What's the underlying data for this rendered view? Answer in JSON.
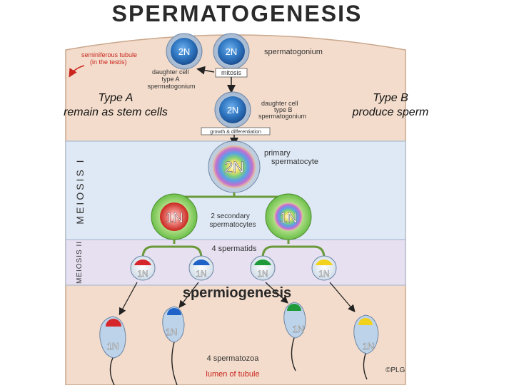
{
  "diagram": {
    "title": "SPERMATOGENESIS",
    "tubule_label": [
      "seminiferous tubule",
      "(in the testis)"
    ],
    "spermatogonium_label": "spermatogonium",
    "daughter_a_label": [
      "daughter cell",
      "type A",
      "spermatogonium"
    ],
    "mitosis_label": "mitosis",
    "daughter_b_label": [
      "daughter cell",
      "type B",
      "spermatogonium"
    ],
    "growth_label": "growth & differentiation",
    "primary_label": [
      "primary",
      "spermatocyte"
    ],
    "secondary_label": [
      "2 secondary",
      "spermatocytes"
    ],
    "spermatids_label": "4 spermatids",
    "spermiogenesis_label": "spermiogenesis",
    "spermatozoa_label": "4 spermatozoa",
    "lumen_label": "lumen of tubule",
    "meiosis1_label": "MEIOSIS I",
    "meiosis2_label": "MEIOSIS II",
    "copyright": "©PLG",
    "ploidy_2n": "2N",
    "ploidy_1n": "1N",
    "colors": {
      "tubule_bg": "#f3dccb",
      "meiosis_band": "#dfe9f5",
      "cell_blue": "#2f76c0",
      "accent_red": "#c9261e",
      "cap_colors": [
        "#d6262b",
        "#1f62c8",
        "#1e9a3a",
        "#f2d21c"
      ]
    }
  },
  "annotations": {
    "type_a": [
      "Type A",
      "remain as stem cells"
    ],
    "type_b": [
      "Type B",
      "produce sperm"
    ]
  }
}
